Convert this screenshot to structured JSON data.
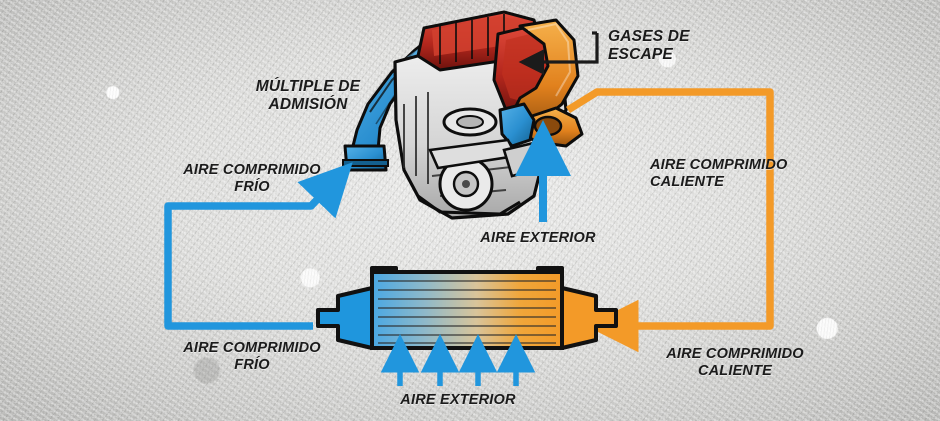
{
  "diagram": {
    "title_present": false,
    "colors": {
      "cold_air": "#2196dd",
      "hot_air": "#f39a28",
      "text": "#1b1b1b",
      "outline": "#111111",
      "background": "#dcdcda"
    },
    "labels": [
      {
        "id": "multiple-de-admision",
        "text": "MÚLTIPLE DE\nADMISIÓN",
        "align": "center"
      },
      {
        "id": "gases-de-escape",
        "text": "GASES DE\nESCAPE",
        "align": "left"
      },
      {
        "id": "aire-comprimido-frio-top",
        "text": "AIRE COMPRIMIDO\nFRÍO",
        "align": "center"
      },
      {
        "id": "aire-comprimido-caliente-top",
        "text": "AIRE COMPRIMIDO\nCALIENTE",
        "align": "left"
      },
      {
        "id": "aire-exterior-engine",
        "text": "AIRE EXTERIOR",
        "align": "center"
      },
      {
        "id": "aire-comprimido-frio-bottom",
        "text": "AIRE COMPRIMIDO\nFRÍO",
        "align": "center"
      },
      {
        "id": "aire-comprimido-caliente-bottom",
        "text": "AIRE COMPRIMIDO\nCALIENTE",
        "align": "center"
      },
      {
        "id": "aire-exterior-intercooler",
        "text": "AIRE EXTERIOR",
        "align": "center"
      }
    ],
    "components": [
      {
        "id": "engine",
        "name": "engine-with-intake-manifold"
      },
      {
        "id": "intercooler",
        "name": "intercooler-core"
      }
    ],
    "flows": [
      {
        "id": "flow-cold-to-manifold",
        "color": "#2196dd",
        "from": "intercooler-outlet",
        "to": "intake-manifold"
      },
      {
        "id": "flow-hot-to-intercooler",
        "color": "#f39a28",
        "from": "turbo-outlet",
        "to": "intercooler-inlet"
      },
      {
        "id": "flow-outside-air-engine",
        "color": "#2196dd",
        "from": "below-engine",
        "to": "engine"
      },
      {
        "id": "flow-outside-air-intercooler",
        "color": "#2196dd",
        "from": "below-intercooler",
        "to": "intercooler"
      },
      {
        "id": "flow-exhaust-gases",
        "color": "#1b1b1b",
        "from": "exhaust-manifold",
        "to": "outlet"
      }
    ]
  }
}
